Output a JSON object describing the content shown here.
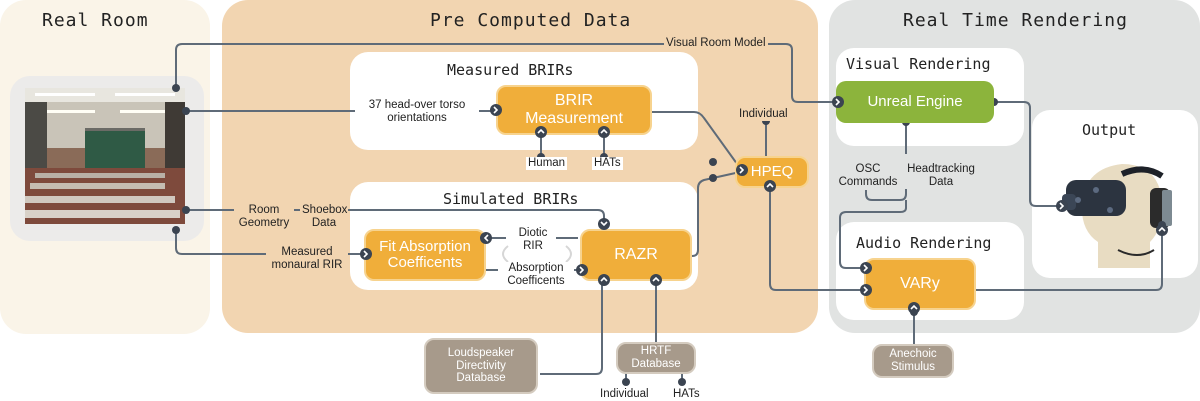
{
  "panels": {
    "real_room": "Real Room",
    "pre_computed": "Pre Computed Data",
    "real_time": "Real Time Rendering"
  },
  "sections": {
    "measured": "Measured BRIRs",
    "simulated": "Simulated BRIRs",
    "visual": "Visual Rendering",
    "audio": "Audio Rendering",
    "output": "Output"
  },
  "nodes": {
    "brir_line1": "BRIR",
    "brir_line2": "Measurement",
    "fit_line1": "Fit Absorption",
    "fit_line2": "Coefficents",
    "razr": "RAZR",
    "hpeq": "HPEQ",
    "unreal": "Unreal Engine",
    "vary": "VARy",
    "loudspeaker": "Loudspeaker Directivity Database",
    "hrtf": "HRTF Database",
    "anechoic": "Anechoic Stimulus"
  },
  "labels": {
    "visual_room_model": "Visual Room Model",
    "orientations": "37 head-over torso orientations",
    "human": "Human",
    "hats_top": "HATs",
    "individual_top": "Individual",
    "room_geometry": "Room Geometry",
    "shoebox": "Shoebox Data",
    "measured_rir": "Measured monaural RIR",
    "diotic_rir": "Diotic RIR",
    "absorption": "Absorption Coefficents",
    "osc": "OSC Commands",
    "headtracking": "Headtracking Data",
    "individual_bottom": "Individual",
    "hats_bottom": "HATs"
  },
  "colors": {
    "room_panel": "#faf4e8",
    "precomputed_panel": "#f2d5b1",
    "realtime_panel": "#e1e3e2",
    "node_orange": "#f0ae3a",
    "node_green": "#8cb43c",
    "node_gray": "#a79a8b",
    "wire": "#5f6b78"
  }
}
